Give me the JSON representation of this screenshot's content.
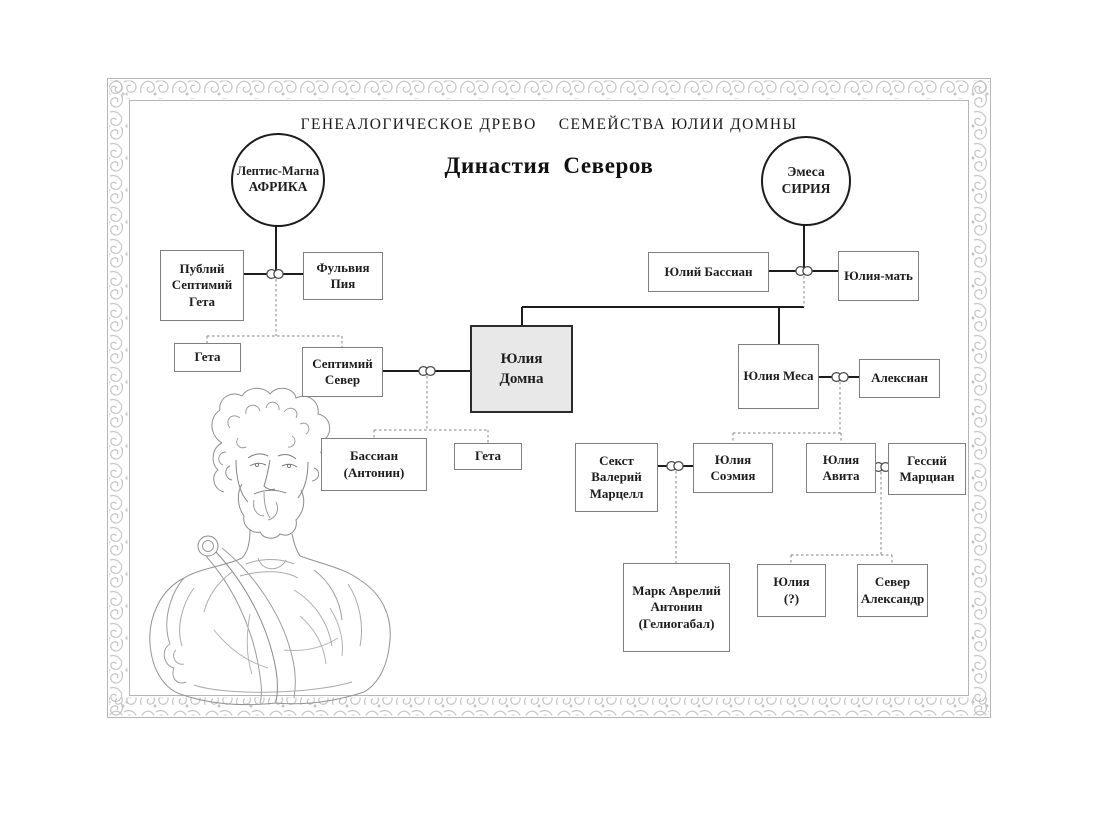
{
  "poster": {
    "title": {
      "part1": "ГЕНЕАЛОГИЧЕСКОЕ ДРЕВО",
      "part2": "СЕМЕЙСТВА ЮЛИИ ДОМНЫ"
    },
    "subtitle": {
      "word1": "Династия",
      "word2": "Северов"
    }
  },
  "origins": {
    "left_circle": {
      "line1": "Лептис-Магна",
      "line2": "АФРИКА"
    },
    "right_circle": {
      "line1": "Эмеса",
      "line2": "СИРИЯ"
    }
  },
  "persons": {
    "publij_septimij_geta": {
      "lines": [
        "Публий",
        "Септимий",
        "Гета"
      ]
    },
    "fulvija_pija": {
      "lines": [
        "Фульвия",
        "Пия"
      ]
    },
    "geta_sr": {
      "lines": [
        "Гета"
      ]
    },
    "septimij_sever": {
      "lines": [
        "Септимий",
        "Север"
      ]
    },
    "julija_domna": {
      "lines": [
        "Юлия",
        "Домна"
      ],
      "highlighted": true
    },
    "bassian_antonin": {
      "lines": [
        "Бассиан",
        "(Антонин)"
      ]
    },
    "geta_jr": {
      "lines": [
        "Гета"
      ]
    },
    "julij_bassian": {
      "lines": [
        "Юлий Бассиан"
      ]
    },
    "julija_mat": {
      "lines": [
        "Юлия-мать"
      ]
    },
    "julija_mesa": {
      "lines": [
        "Юлия Меса"
      ]
    },
    "aleksian": {
      "lines": [
        "Алексиан"
      ]
    },
    "sekst_valerij_marcell": {
      "lines": [
        "Секст",
        "Валерий",
        "Марцелл"
      ]
    },
    "julija_soemija": {
      "lines": [
        "Юлия",
        "Соэмия"
      ]
    },
    "julija_avita": {
      "lines": [
        "Юлия",
        "Авита"
      ]
    },
    "gessij_marcian": {
      "lines": [
        "Гессий",
        "Марциан"
      ]
    },
    "mark_avrelij_antonin": {
      "lines": [
        "Марк Аврелий",
        "Антонин",
        "(Гелиогабал)"
      ]
    },
    "julija_q": {
      "lines": [
        "Юлия",
        "(?)"
      ]
    },
    "sever_aleksandr": {
      "lines": [
        "Север",
        "Александр"
      ]
    }
  },
  "styles": {
    "highlight_fill": "#e8e8e8",
    "solid_line_color": "#1c1c1c",
    "dotted_line_color": "#999999",
    "ornament_color": "#c3c3c3",
    "box_border_color": "#7e7e7e"
  }
}
